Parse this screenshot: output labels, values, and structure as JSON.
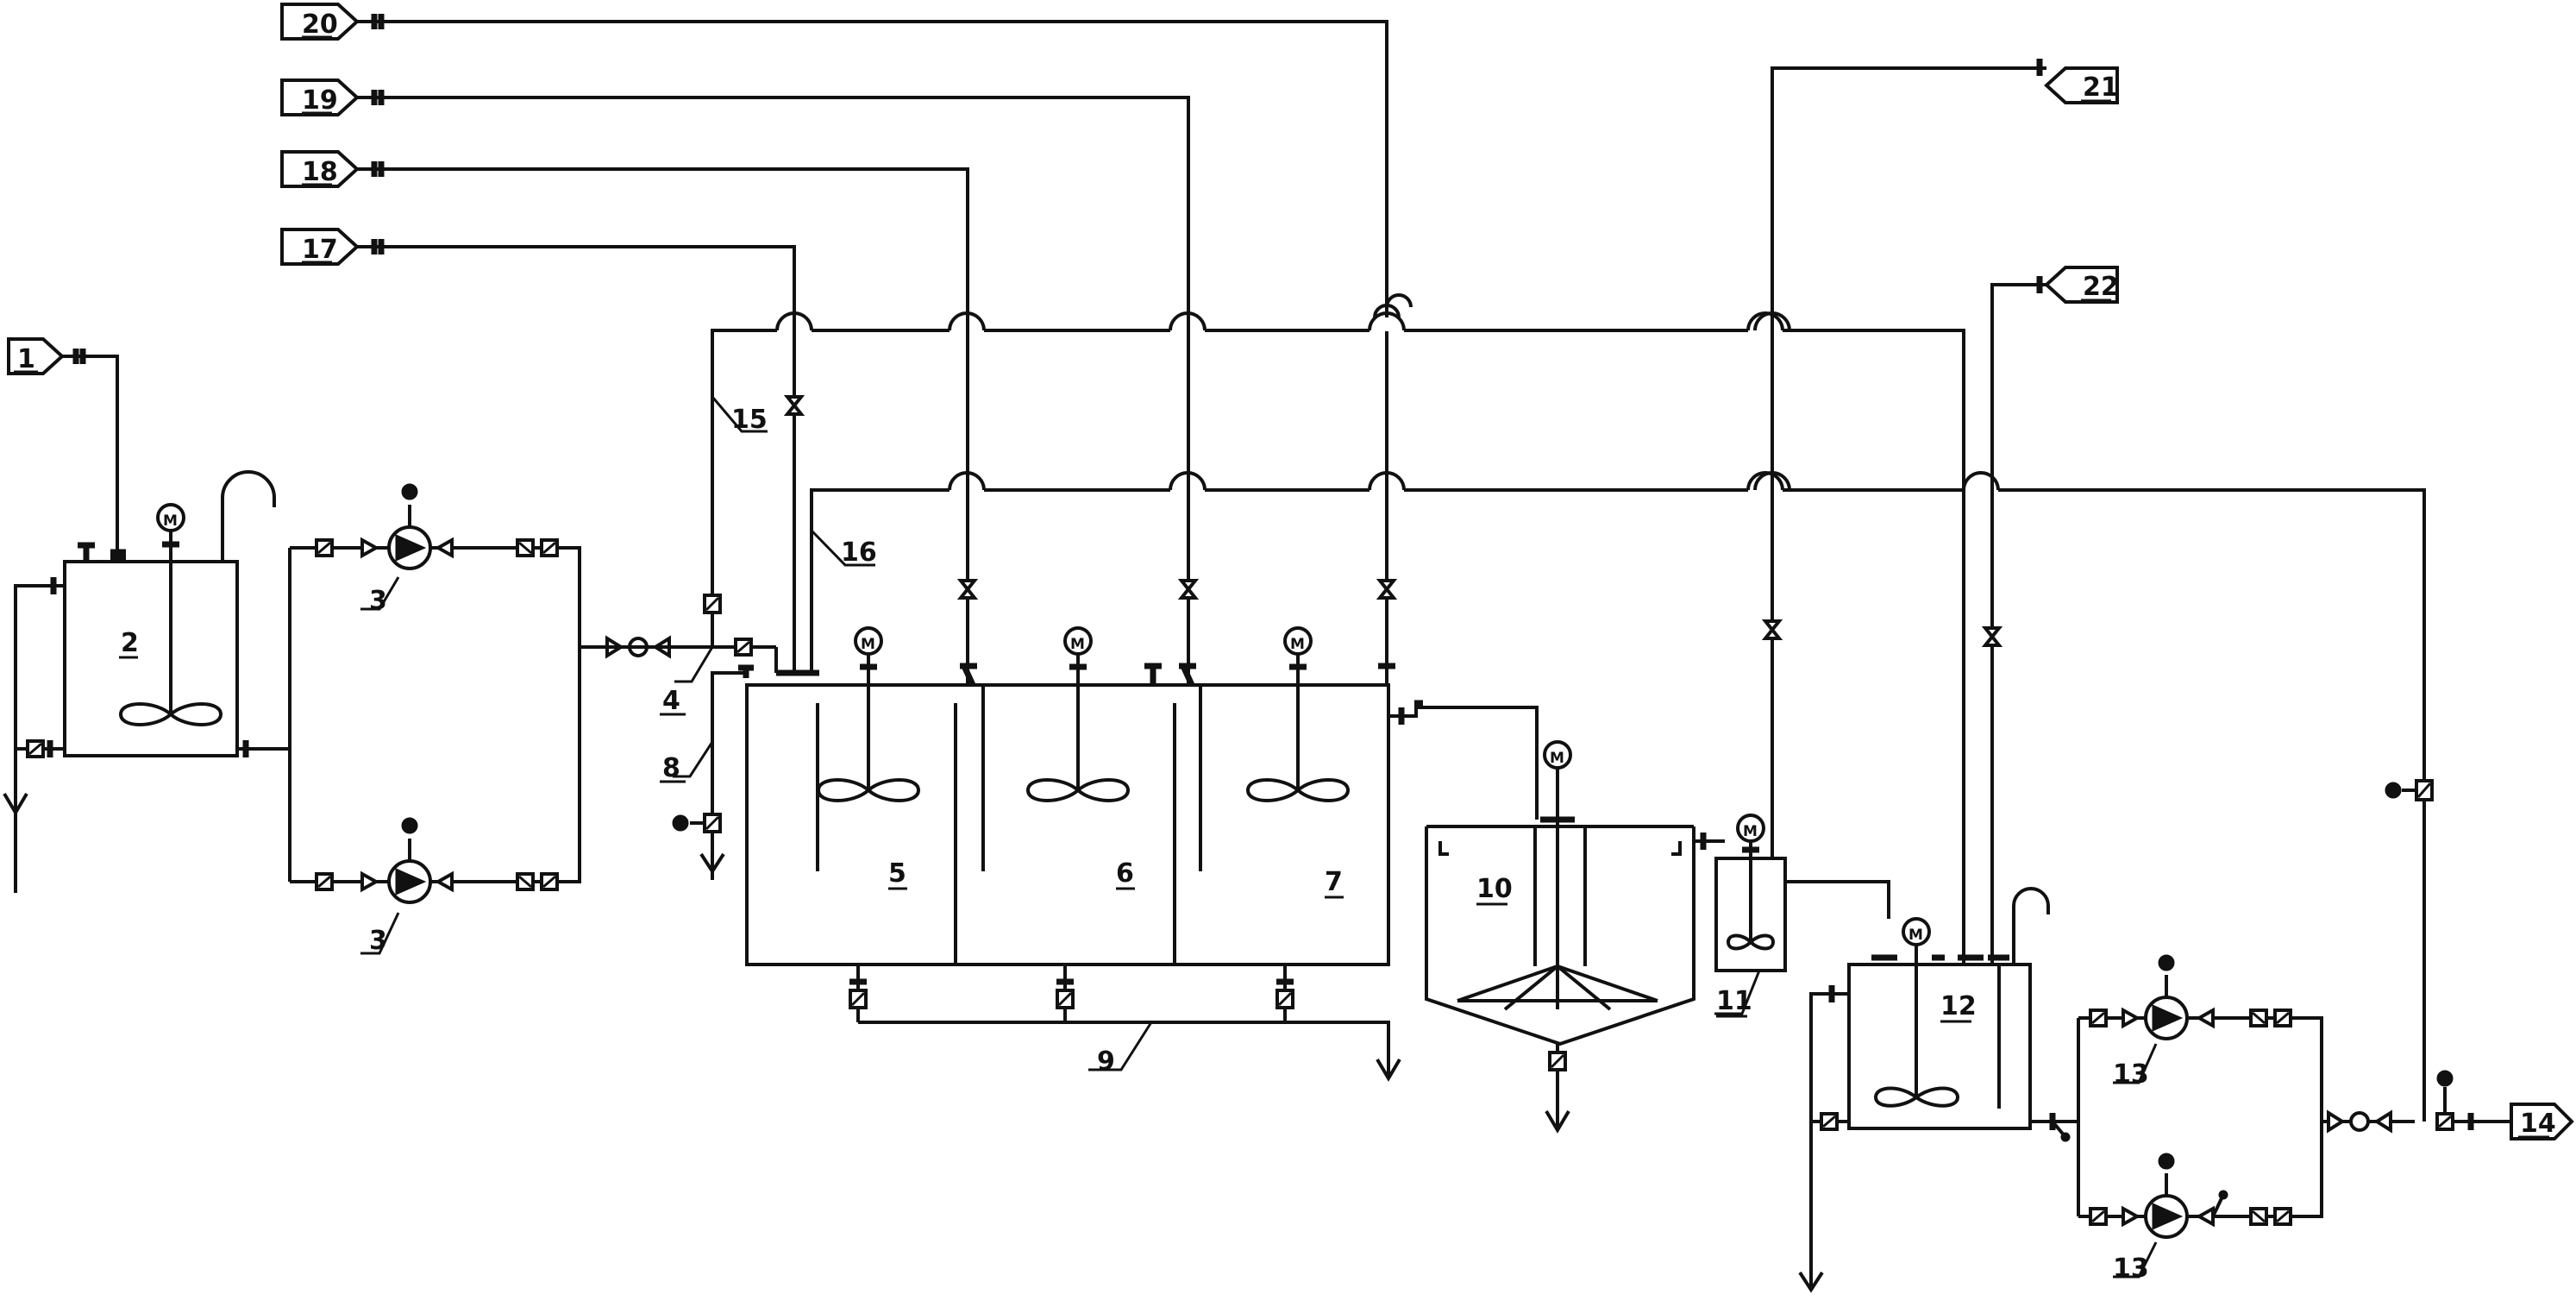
{
  "diagram": {
    "equipment": {
      "tank_2": "2",
      "pump_3_top": "3",
      "pump_3_bottom": "3",
      "line_4": "4",
      "tank_5": "5",
      "tank_6": "6",
      "tank_7": "7",
      "line_8": "8",
      "line_9": "9",
      "tank_10": "10",
      "tank_11": "11",
      "tank_12": "12",
      "pump_13_top": "13",
      "pump_13_bottom": "13",
      "line_15": "15",
      "line_16": "16"
    },
    "connectors": {
      "c1": "1",
      "c14": "14",
      "c17": "17",
      "c18": "18",
      "c19": "19",
      "c20": "20",
      "c21": "21",
      "c22": "22"
    },
    "motor_symbol": "M"
  }
}
